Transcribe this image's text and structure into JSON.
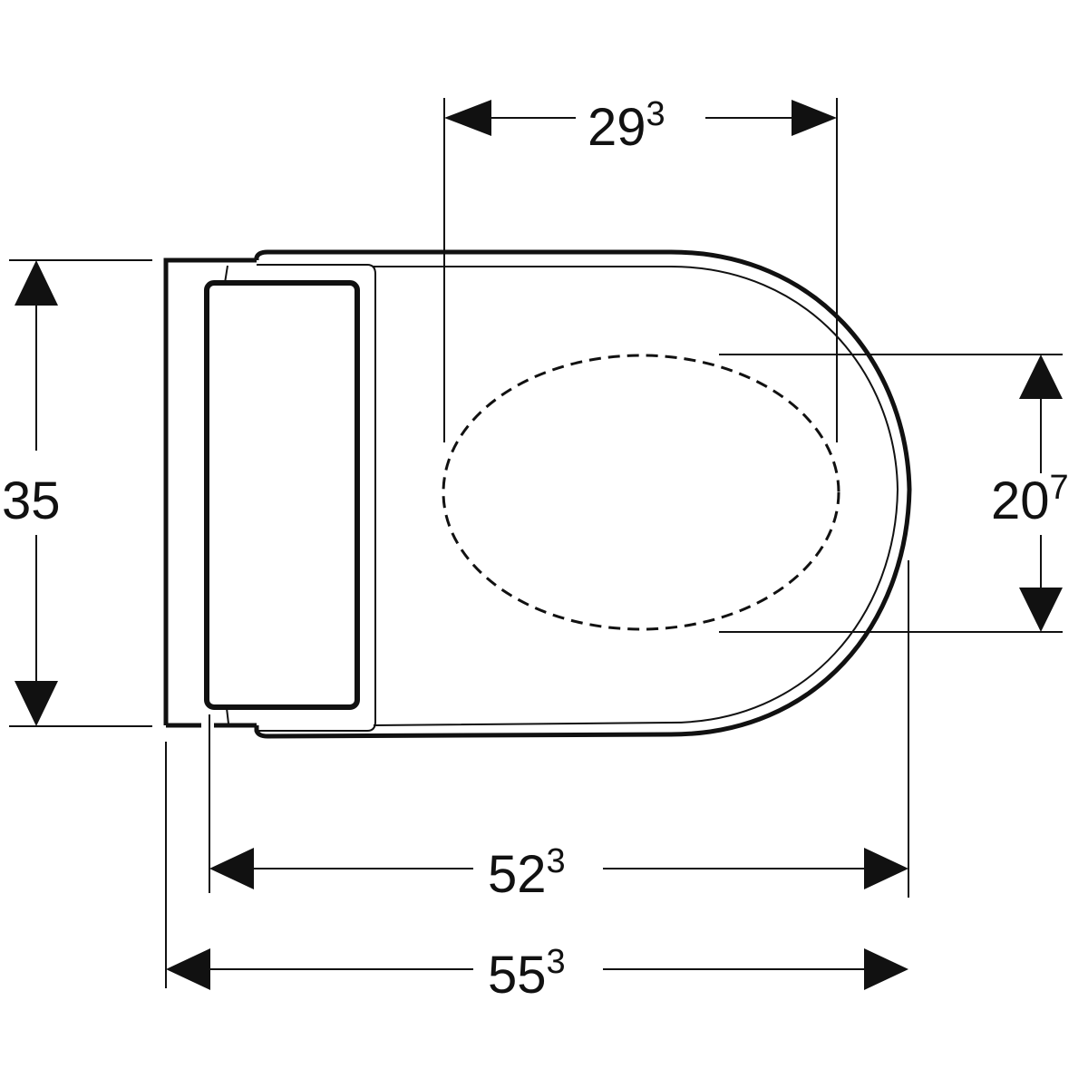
{
  "drawing": {
    "subject": "wall-hung toilet top view",
    "stroke_color": "#111111",
    "background": "#ffffff"
  },
  "dimensions": {
    "width_total": {
      "main": "55",
      "sup": "3"
    },
    "width_bowl": {
      "main": "52",
      "sup": "3"
    },
    "seat_opening_length": {
      "main": "29",
      "sup": "3"
    },
    "seat_opening_width": {
      "main": "20",
      "sup": "7"
    },
    "height": {
      "main": "35",
      "sup": ""
    }
  }
}
